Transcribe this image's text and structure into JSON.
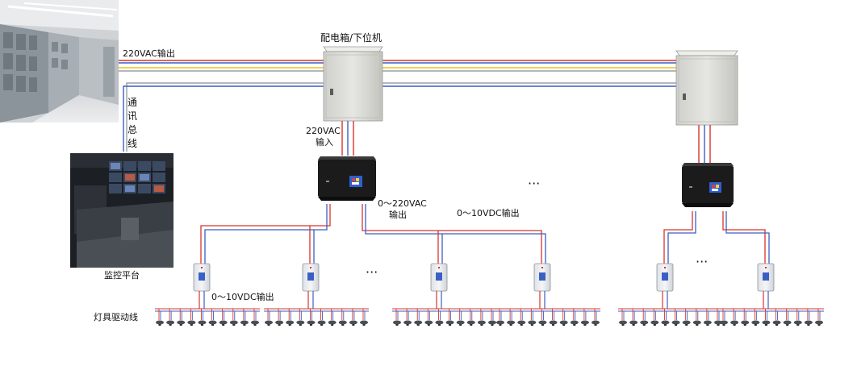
{
  "labels": {
    "ac_output": "220VAC输出",
    "cabinet_title": "配电箱/下位机",
    "comm_bus": [
      "通",
      "讯",
      "总",
      "线"
    ],
    "ac_input_1": "220VAC",
    "ac_input_2": "输入",
    "ac_range_out_1": "0～220VAC",
    "ac_range_out_2": "输出",
    "dc_output_upper": "0～10VDC输出",
    "dc_output_lower": "0～10VDC输出",
    "monitor_platform": "监控平台",
    "driver_line": "灯具驱动线",
    "ellipsis": "···"
  },
  "colors": {
    "wire_red": "#d9342b",
    "wire_blue": "#3b5fc4",
    "wire_yellow": "#e8c21a",
    "wire_gray": "#9aa0a6",
    "cabinet": "#dcdcd8",
    "controller": "#1a1a1a"
  },
  "icons": {
    "switchgear_room": "switchgear-room-photo",
    "monitor_room": "monitoring-center-photo",
    "cabinet": "distribution-cabinet",
    "controller": "dimming-controller",
    "module": "dimming-module",
    "lamp": "lamp-fixture"
  }
}
